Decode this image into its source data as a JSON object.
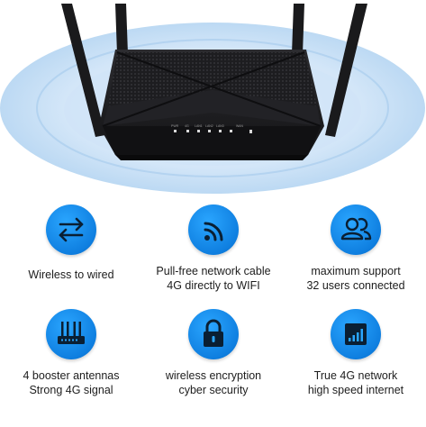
{
  "hero": {
    "port_labels": [
      "PWR",
      "4G",
      "LAN1",
      "LAN2",
      "LAN3",
      "WAN"
    ]
  },
  "features": [
    {
      "icon": "arrows-exchange-icon",
      "lines": [
        "Wireless to wired"
      ]
    },
    {
      "icon": "wifi-signal-icon",
      "lines": [
        "Pull-free network cable",
        "4G directly to WIFI"
      ]
    },
    {
      "icon": "users-icon",
      "lines": [
        "maximum support",
        "32 users connected"
      ]
    },
    {
      "icon": "router-icon",
      "lines": [
        "4 booster antennas",
        "Strong 4G signal"
      ]
    },
    {
      "icon": "lock-icon",
      "lines": [
        "wireless encryption",
        "cyber security"
      ]
    },
    {
      "icon": "signal-bars-icon",
      "lines": [
        "True 4G network",
        "high speed internet"
      ]
    }
  ],
  "colors": {
    "badge": "#0f7fe0",
    "halo": "#c6def5",
    "router": "#1b1b1d"
  }
}
